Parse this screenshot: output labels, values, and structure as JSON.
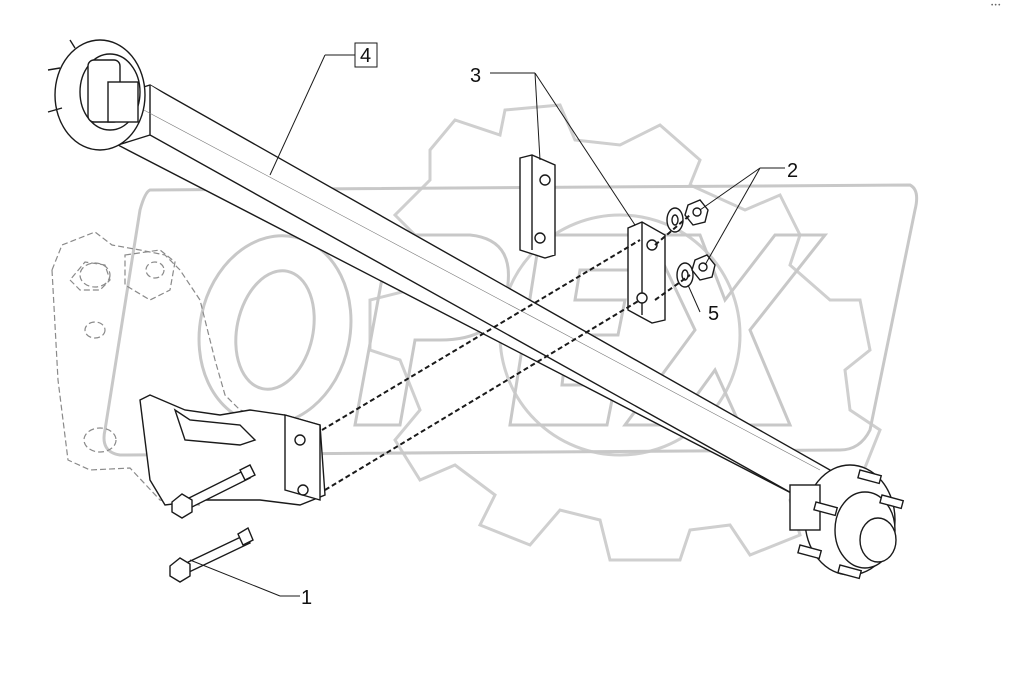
{
  "diagram": {
    "callouts": [
      {
        "id": "1",
        "label": "1"
      },
      {
        "id": "2",
        "label": "2"
      },
      {
        "id": "3",
        "label": "3"
      },
      {
        "id": "4",
        "label": "4",
        "boxed": true
      },
      {
        "id": "5",
        "label": "5"
      }
    ],
    "watermark": {
      "text": "OPEX",
      "color": "#c8c8c8"
    },
    "corner_mark": "•••"
  },
  "colors": {
    "line": "#1a1a1a",
    "watermark": "#cfcfcf",
    "ghost": "#8a8a8a"
  }
}
